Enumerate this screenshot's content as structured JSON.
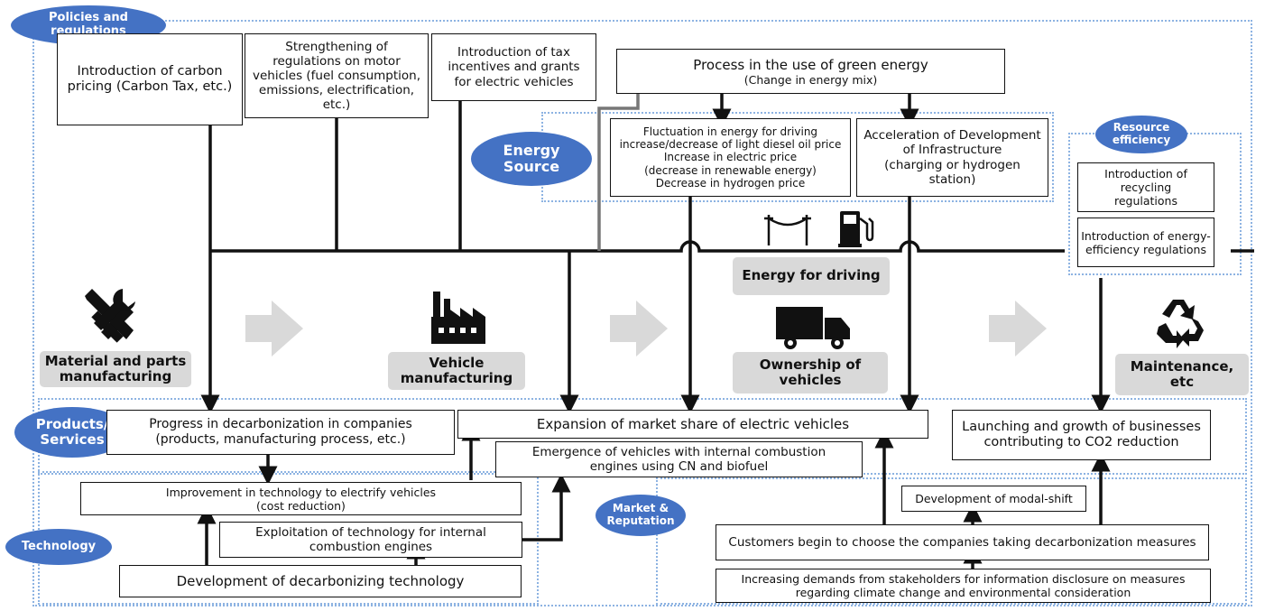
{
  "categories": {
    "policies": "Policies and\nregulations",
    "energy_source": "Energy\nSource",
    "resource_efficiency": "Resource\nefficiency",
    "products_services": "Products/\nServices",
    "technology": "Technology",
    "market_reputation": "Market &\nReputation"
  },
  "policies": {
    "carbon_pricing": "Introduction of carbon\npricing (Carbon Tax, etc.)",
    "regulations": "Strengthening of\nregulations on motor\nvehicles (fuel consumption,\nemissions, electrification,\netc.)",
    "tax_incentives": "Introduction of tax\nincentives and grants\nfor electric vehicles"
  },
  "energy": {
    "green_energy_title": "Process in the use of green energy",
    "green_energy_sub": "(Change in energy mix)",
    "fluctuation": "Fluctuation in energy for driving\nincrease/decrease of light diesel oil price\nIncrease in electric price\n(decrease in renewable energy)\nDecrease in hydrogen price",
    "infrastructure": "Acceleration of Development\nof Infrastructure\n(charging or hydrogen\nstation)"
  },
  "resource": {
    "recycling": "Introduction of recycling\nregulations",
    "energy_efficiency": "Introduction of energy-\nefficiency regulations"
  },
  "stages": {
    "material": "Material and parts\nmanufacturing",
    "vehicle_mfg": "Vehicle\nmanufacturing",
    "energy_driving": "Energy for driving",
    "ownership": "Ownership of\nvehicles",
    "maintenance": "Maintenance,\netc"
  },
  "products": {
    "decarbonization": "Progress in decarbonization in companies\n(products, manufacturing process, etc.)",
    "market_share": "Expansion of market share of electric vehicles",
    "cn_biofuel": "Emergence of vehicles with internal combustion\nengines using CN and biofuel",
    "co2_business": "Launching and growth of businesses\ncontributing to CO2 reduction"
  },
  "technology": {
    "electrify": "Improvement in technology to electrify vehicles\n(cost reduction)",
    "ice_exploit": "Exploitation of technology for internal\ncombustion engines",
    "decarb_tech": "Development of decarbonizing technology"
  },
  "market": {
    "modal_shift": "Development of modal-shift",
    "customers": "Customers begin to choose the companies taking decarbonization measures",
    "stakeholders": "Increasing demands from stakeholders for information disclosure on measures\nregarding climate change and environmental consideration"
  },
  "icons": [
    "tools-icon",
    "factory-icon",
    "power-line-icon",
    "fuel-pump-icon",
    "truck-icon",
    "recycle-icon"
  ],
  "colors": {
    "accent": "#4472c4",
    "dotted": "#8db3e2",
    "gray_label": "#d9d9d9",
    "stage_arrow": "#d9d9d9",
    "line": "#111111"
  }
}
